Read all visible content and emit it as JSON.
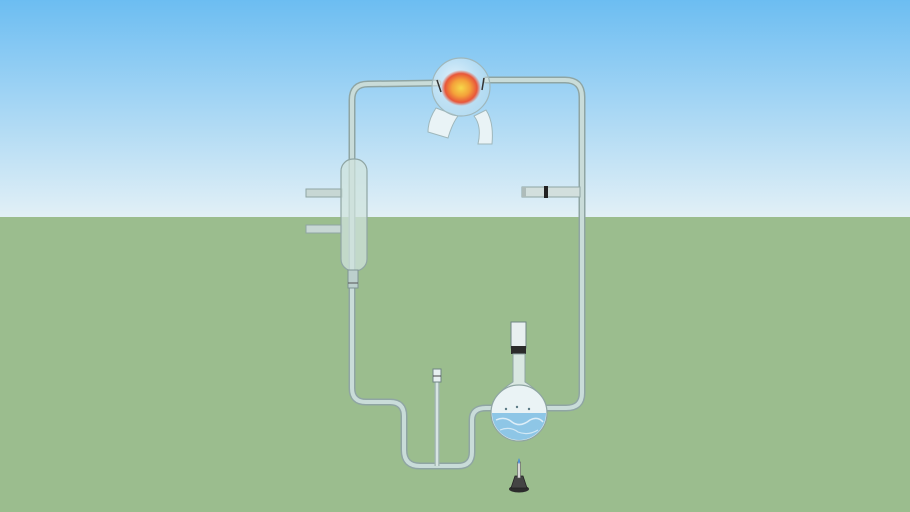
{
  "scene": {
    "sky_top_color": "#6cbdf2",
    "sky_bottom_color": "#e2f0f6",
    "ground_color": "#9bbd8e",
    "glass_tube_color": "#c9dcd9",
    "glass_outline_color": "#8fa5a3",
    "water_color": "#8ec6e6"
  },
  "apparatus": {
    "components": [
      {
        "name": "glass-tube-loop",
        "icon": "glass-tubing"
      },
      {
        "name": "spark-discharge-chamber",
        "icon": "spark-flask-icon"
      },
      {
        "name": "condenser",
        "icon": "condenser-icon"
      },
      {
        "name": "stopcock",
        "icon": "valve-icon"
      },
      {
        "name": "sampling-tube",
        "icon": "test-tube-icon"
      },
      {
        "name": "boiling-flask",
        "icon": "round-bottom-flask-icon"
      },
      {
        "name": "bunsen-burner",
        "icon": "burner-icon"
      }
    ]
  }
}
